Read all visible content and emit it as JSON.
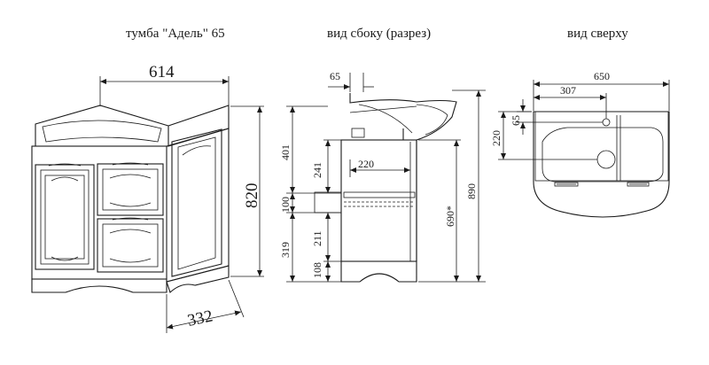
{
  "titles": {
    "front": "тумба \"Адель\" 65",
    "side": "вид сбоку (разрез)",
    "top": "вид сверху"
  },
  "front_view": {
    "width_label": "614",
    "height_label": "820",
    "depth_label": "332"
  },
  "side_view": {
    "top_offset": "65",
    "seg_401": "401",
    "seg_241": "241",
    "seg_220": "220",
    "seg_100": "100",
    "seg_319": "319",
    "seg_211": "211",
    "seg_108": "108",
    "seg_690": "690*",
    "total_890": "890"
  },
  "top_view": {
    "width_650": "650",
    "offset_307": "307",
    "offset_65": "65",
    "depth_220": "220"
  }
}
